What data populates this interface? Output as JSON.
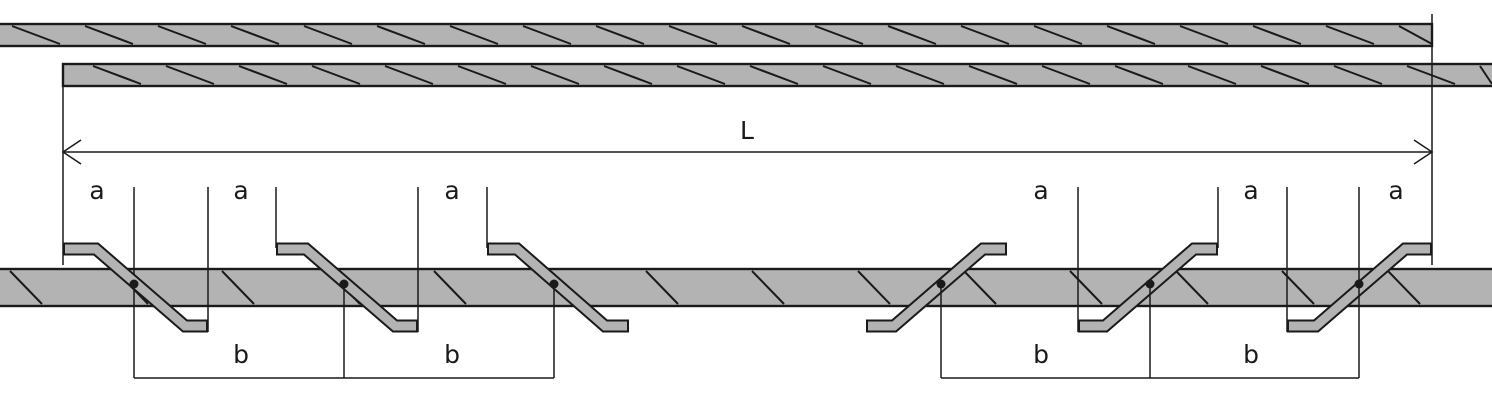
{
  "labels": {
    "length": "L",
    "spacing_a": "a",
    "spacing_b": "b"
  },
  "colors": {
    "bar_fill": "#b3b3b3",
    "line": "#1a1a1a",
    "background": "#ffffff"
  },
  "elements": {
    "bars": [
      "upper-bar-1",
      "upper-bar-2",
      "lower-bar"
    ],
    "clips": 6,
    "a_labels": 6,
    "b_labels": 4
  }
}
